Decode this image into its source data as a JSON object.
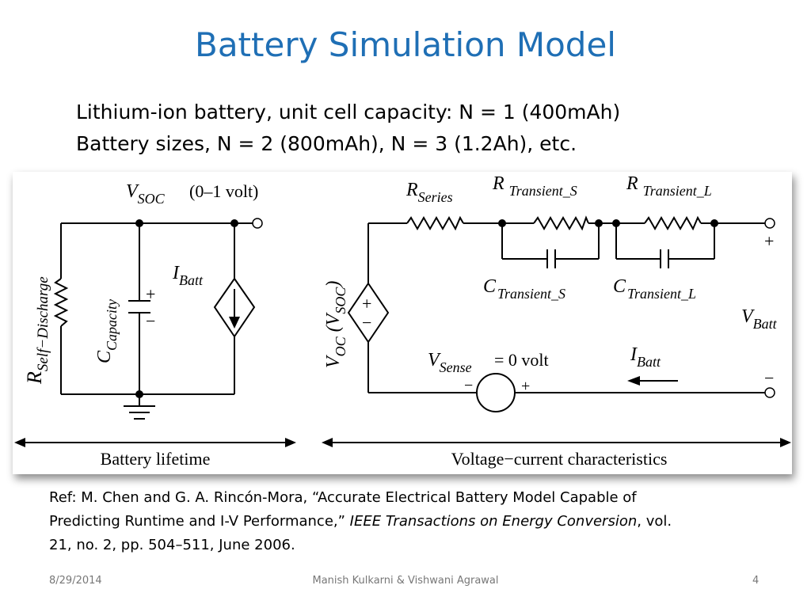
{
  "slide": {
    "title": "Battery Simulation Model",
    "intro_lines": [
      "Lithium-ion battery, unit cell capacity: N = 1 (400mAh)",
      "Battery sizes, N = 2 (800mAh), N = 3 (1.2Ah), etc."
    ]
  },
  "diagram": {
    "left": {
      "vsoc_main": "V",
      "vsoc_sub": "SOC",
      "vsoc_range": "(0–1 volt)",
      "r_self_main": "R",
      "r_self_sub": "Self−Discharge",
      "c_cap_main": "C",
      "c_cap_sub": "Capacity",
      "i_batt_main": "I",
      "i_batt_sub": "Batt",
      "plus": "+",
      "minus": "−",
      "caption": "Battery lifetime"
    },
    "right": {
      "r_series_main": "R",
      "r_series_sub": "Series",
      "r_ts_main": "R",
      "r_ts_sub": "Transient_S",
      "r_tl_main": "R",
      "r_tl_sub": "Transient_L",
      "c_ts_main": "C",
      "c_ts_sub": "Transient_S",
      "c_tl_main": "C",
      "c_tl_sub": "Transient_L",
      "voc_main": "V",
      "voc_sub": "OC",
      "voc_paren_main": "(V",
      "voc_paren_sub": "SOC",
      "voc_paren_close": ")",
      "vbatt_main": "V",
      "vbatt_sub": "Batt",
      "vsense_main": "V",
      "vsense_sub": "Sense",
      "vsense_value": "= 0 volt",
      "ibatt_main": "I",
      "ibatt_sub": "Batt",
      "plus": "+",
      "minus": "−",
      "caption": "Voltage−current characteristics"
    }
  },
  "reference": {
    "line1": "Ref: M. Chen and G. A. Rincón-Mora, “Accurate Electrical Battery Model Capable of",
    "line2_pre": "Predicting Runtime and I-V Performance,” ",
    "line2_journal": "IEEE Transactions on Energy Conversion",
    "line2_post": ", vol.",
    "line3": "21, no. 2, pp. 504–511, June 2006."
  },
  "footer": {
    "date": "8/29/2014",
    "authors": "Manish Kulkarni & Vishwani Agrawal",
    "page": "4"
  }
}
